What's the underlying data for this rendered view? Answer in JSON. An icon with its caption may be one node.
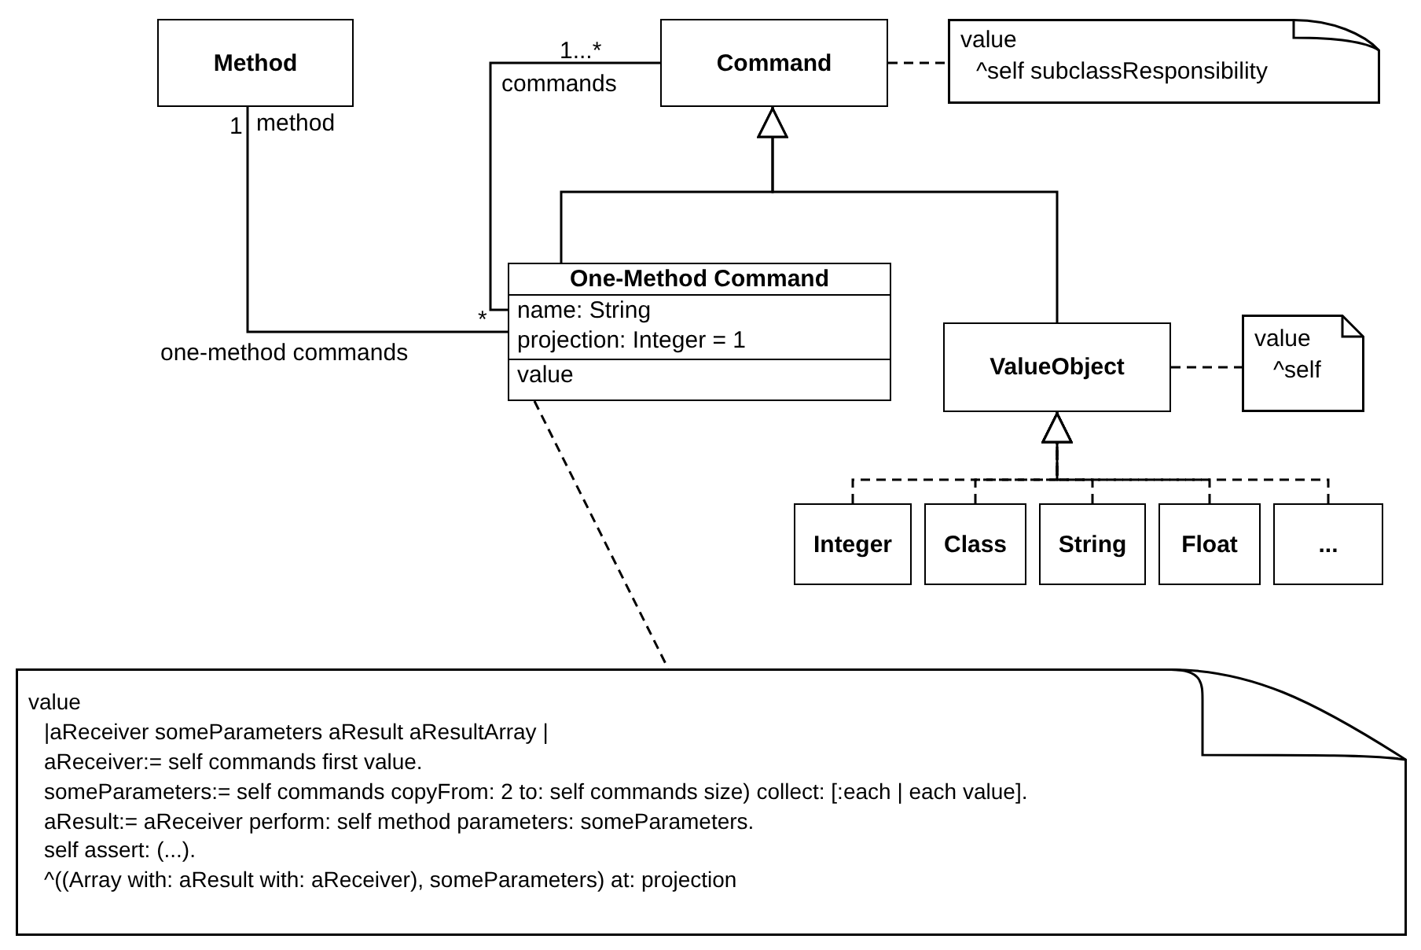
{
  "diagram": {
    "nodes": [
      {
        "text": [
          "Method"
        ]
      },
      {
        "text": [
          "Command"
        ]
      },
      {
        "text": [
          "value",
          "^self subclassResponsibility"
        ]
      },
      {
        "text": [
          "One-Method Command",
          "name: String",
          "projection: Integer = 1",
          "value"
        ]
      },
      {
        "text": [
          "ValueObject"
        ]
      },
      {
        "text": [
          "value",
          "^self"
        ]
      },
      {
        "text": [
          "Integer"
        ]
      },
      {
        "text": [
          "Class"
        ]
      },
      {
        "text": [
          "String"
        ]
      },
      {
        "text": [
          "Float"
        ]
      },
      {
        "text": [
          "..."
        ]
      },
      {
        "text": [
          "value",
          "|aReceiver someParameters aResult aResultArray |",
          "aReceiver:= self commands first value.",
          "someParameters:= self commands copyFrom: 2 to: self commands size) collect: [:each | each value].",
          "aResult:= aReceiver perform: self method parameters: someParameters.",
          "self assert: (...).",
          "^((Array with: aResult with: aReceiver), someParameters) at: projection"
        ]
      }
    ],
    "edges": [
      {
        "from": 0,
        "to": 3,
        "arrow": "none"
      },
      {
        "from": 1,
        "to": 3,
        "arrow": "none"
      },
      {
        "from": 3,
        "to": 1,
        "arrow": "to"
      },
      {
        "from": 4,
        "to": 1,
        "arrow": "to"
      },
      {
        "from": 1,
        "to": 2,
        "arrow": "none",
        "style": "dashed"
      },
      {
        "from": 4,
        "to": 5,
        "arrow": "none",
        "style": "dashed"
      },
      {
        "from": 6,
        "to": 4,
        "arrow": "to",
        "style": "dashed"
      },
      {
        "from": 7,
        "to": 4,
        "arrow": "to",
        "style": "dashed"
      },
      {
        "from": 8,
        "to": 4,
        "arrow": "to",
        "style": "dashed"
      },
      {
        "from": 9,
        "to": 4,
        "arrow": "to",
        "style": "dashed"
      },
      {
        "from": 10,
        "to": 4,
        "arrow": "to",
        "style": "dashed"
      },
      {
        "from": 3,
        "to": 11,
        "arrow": "none",
        "style": "dashed"
      }
    ],
    "labels": [
      "1",
      "method",
      "1...*",
      "commands",
      "*",
      "one-method commands"
    ]
  }
}
